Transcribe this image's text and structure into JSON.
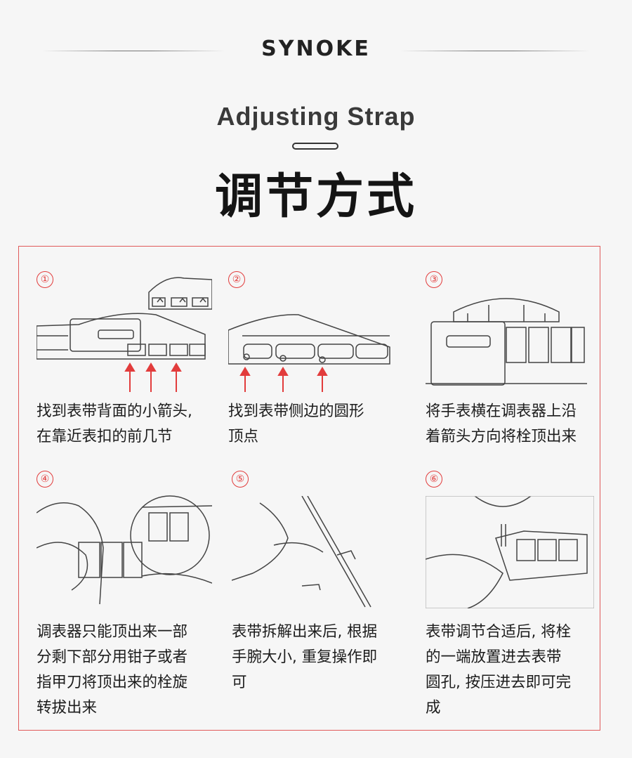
{
  "header": {
    "brand": "SYNOKE",
    "title_en": "Adjusting  Strap",
    "title_cn": "调节方式"
  },
  "steps": [
    {
      "number": "①",
      "lines": [
        "找到表带背面的小箭头,",
        "在靠近表扣的前几节"
      ]
    },
    {
      "number": "②",
      "lines": [
        "找到表带侧边的圆形",
        "顶点"
      ]
    },
    {
      "number": "③",
      "lines": [
        "将手表横在调表器上沿",
        "着箭头方向将栓顶出来"
      ]
    },
    {
      "number": "④",
      "lines": [
        "调表器只能顶出来一部",
        "分剩下部分用钳子或者",
        "指甲刀将顶出来的栓旋",
        "转拔出来"
      ]
    },
    {
      "number": "⑤",
      "lines": [
        "表带拆解出来后, 根据",
        "手腕大小, 重复操作即",
        "可"
      ]
    },
    {
      "number": "⑥",
      "lines": [
        "表带调节合适后, 将栓",
        "的一端放置进去表带",
        "圆孔, 按压进去即可完",
        "成"
      ]
    }
  ],
  "colors": {
    "accent_red": "#e23c3c",
    "frame_border": "#e05a5a",
    "background": "#f6f6f6"
  }
}
